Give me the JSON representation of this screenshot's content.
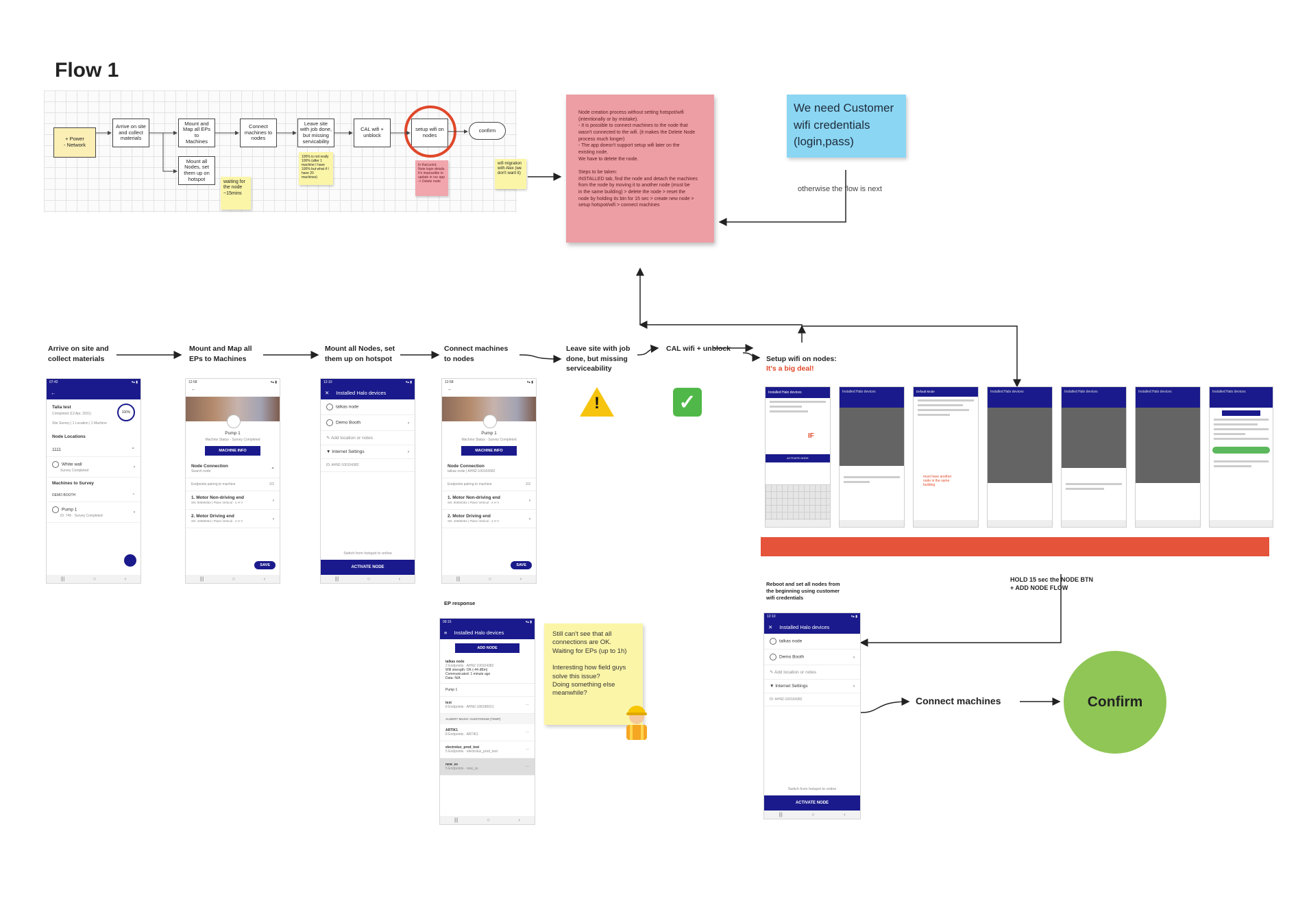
{
  "title": "Flow 1",
  "flow_diagram": {
    "power_network": "+ Power\n- Network",
    "arrive": "Arrive on site\nand collect\nmaterials",
    "mount_map": "Mount and\nMap all EPs to\nMachines",
    "mount_nodes": "Mount all\nNodes, set\nthem up on\nhotspot",
    "connect": "Connect\nmachines to\nnodes",
    "leave": "Leave site\nwith job done,\nbut missing\nservicability",
    "cal_wifi": "CAL wifi +\nunblock",
    "setup_wifi": "setup wifi on\nnodes",
    "confirm": "confirm",
    "note_waiting": "waiting for\nthe node\n~15mins",
    "note_not_ready": "100% is not really\n100% (after 1\nmachine I have\n100% but what if I\nhave 20\nmachines)",
    "note_pink": "In that point,\nNote login details.\nIt's impossible to\nupdate in our app\n-> Delete node",
    "note_wifi_migration": "wifi migration\nwith Alex (we\ndon't want it)"
  },
  "big_note": "Node creation process without setting hotspot/wifi\n(intentionally or by mistake).\n- It is possible to connect machines to the node that\nwasn't connected to the wifi. (it makes the Delete Node\nprocess much longer)\n- The app doesn't support setup wifi later on the\nexisting node.\nWe have to delete the node.\n\nSteps to be taken:\nINSTALLED tab, find the node and detach the machines\nfrom the node by moving it to another node (must be\nin the same building) > delete the node > reset the\nnode by holding its btn for 15 sec > create new node >\nsetup hotspot/wifi > connect machines",
  "blue_note": "We need Customer\nwifi credentials\n(login,pass)",
  "otherwise_text": "otherwise the flow is next",
  "steps": [
    "Arrive on site and\ncollect materials",
    "Mount and Map all\nEPs to Machines",
    "Mount all Nodes, set\nthem up on hotspot",
    "Connect machines\nto nodes",
    "Leave site with job\ndone, but missing\nserviceability",
    "CAL wifi + unblock",
    "Setup wifi on nodes:"
  ],
  "big_deal": "It's a big deal!",
  "ep_response_label": "EP response",
  "ep_note": "Still can't see that all\nconnections are OK.\nWaiting for EPs (up to 1h)\n\nInteresting how field guys\nsolve this issue?\nDoing something else\nmeanwhile?",
  "reboot_label": "Reboot and set all nodes from\nthe beginning using customer\nwifi credentials",
  "hold_label": "HOLD 15 sec the NODE BTN\n+ ADD NODE FLOW",
  "connect_machines": "Connect machines",
  "confirm_big": "Confirm",
  "phone1": {
    "name": "Talia test",
    "completed": "Completed (13 Apr, 2021)",
    "sub": "Site Survey | 1 Location | 1 Machine",
    "pct": "100%",
    "node_locations": "Node Locations",
    "loc": "1111",
    "wall": "White wall",
    "wall_sub": "Survey Completed",
    "machines": "Machines to Survey",
    "booth": "DEMO BOOTH",
    "pump": "Pump 1",
    "pump_sub": "ID: 745 · Survey Completed"
  },
  "phone2": {
    "pump": "Pump 1",
    "status": "Machine Status - Survey Completed",
    "machine_info": "MACHINE INFO",
    "node_conn": "Node Connection",
    "node_sub": "Search node",
    "endpoints": "Endpoints pairing to machine",
    "count": "2/2",
    "ep1": "1. Motor Non-driving end",
    "ep1_sub": "SN: 90590352 | Plane Vertical - 4 H V",
    "ep2": "2. Motor Driving end",
    "ep2_sub": "SN: 40598354 | Plane Vertical - 4 H V",
    "save": "SAVE"
  },
  "phone3": {
    "header": "Installed Halo devices",
    "name": "talkas node",
    "booth": "Demo Booth",
    "add_loc": "Add location or notes",
    "internet": "Internet Settings",
    "id": "ID: AHN2-100104382",
    "switch": "Switch from hotspot to online",
    "activate": "ACTIVATE NODE"
  },
  "phone4": {
    "pump": "Pump 1",
    "status": "Machine Status - Survey Completed",
    "machine_info": "MACHINE INFO",
    "node_conn": "Node Connection",
    "node_sub": "talkas node | AHN2-100104382",
    "endpoints": "Endpoints pairing to machine",
    "count": "2/2",
    "ep1": "1. Motor Non-driving end",
    "ep1_sub": "SN: 90590352 | Plane Vertical - 4 H V",
    "ep2": "2. Motor Driving end",
    "ep2_sub": "SN: 40598354 | Plane Vertical - 4 H V",
    "save": "SAVE"
  },
  "phone5": {
    "header": "Installed Halo devices",
    "add_node": "ADD NODE",
    "n1": "talkas node",
    "n1_sub": "2 Endpoints · AHN2 100104382",
    "n1_wifi": "Wifi strength: OK (-44 dBm)",
    "n1_comm": "Communicated: 1 minute ago",
    "n1_data": "Data: N/A",
    "pump": "Pump 1",
    "n2": "test",
    "n2_sub": "8 Endpoints · AHN2-108180021",
    "group": "ALBERT MUSIC AUDITORIUM (TEMP)",
    "n3": "ARTIK1",
    "n3_sub": "8 Endpoints · ARTIK1",
    "n4": "electrolux_prod_test",
    "n4_sub": "5 Endpoints · electrolux_prod_test",
    "n5": "new_ss",
    "n5_sub": "5 Endpoints · new_ss"
  },
  "phone6": {
    "header": "Installed Halo devices",
    "name": "talkas node",
    "booth": "Demo Booth",
    "add_loc": "Add location or notes",
    "internet": "Internet Settings",
    "id": "ID: AHN2-100104382",
    "switch": "Switch from hotspot to online",
    "activate": "ACTIVATE NODE"
  },
  "mini_screens": {
    "m1_header": "Installed Halo devices",
    "m1_if": "IF",
    "m1_activate": "ACTIVATE NODE",
    "m2_title": "Installed Halo devices",
    "m3_title": "Default Mode",
    "m3_warn": "must have another\nnode in the same\nbuilding",
    "m4_title": "Installed Halo devices",
    "m5_title": "Installed Halo devices",
    "m6_title": "Installed Halo devices",
    "m7_title": "Installed Halo devices"
  },
  "colors": {
    "accent_blue": "#1a1a8c",
    "orange": "#e4533a",
    "confirm_green": "#8fc656",
    "pink_note": "#ec9ea4",
    "blue_note": "#8bd6f3"
  }
}
